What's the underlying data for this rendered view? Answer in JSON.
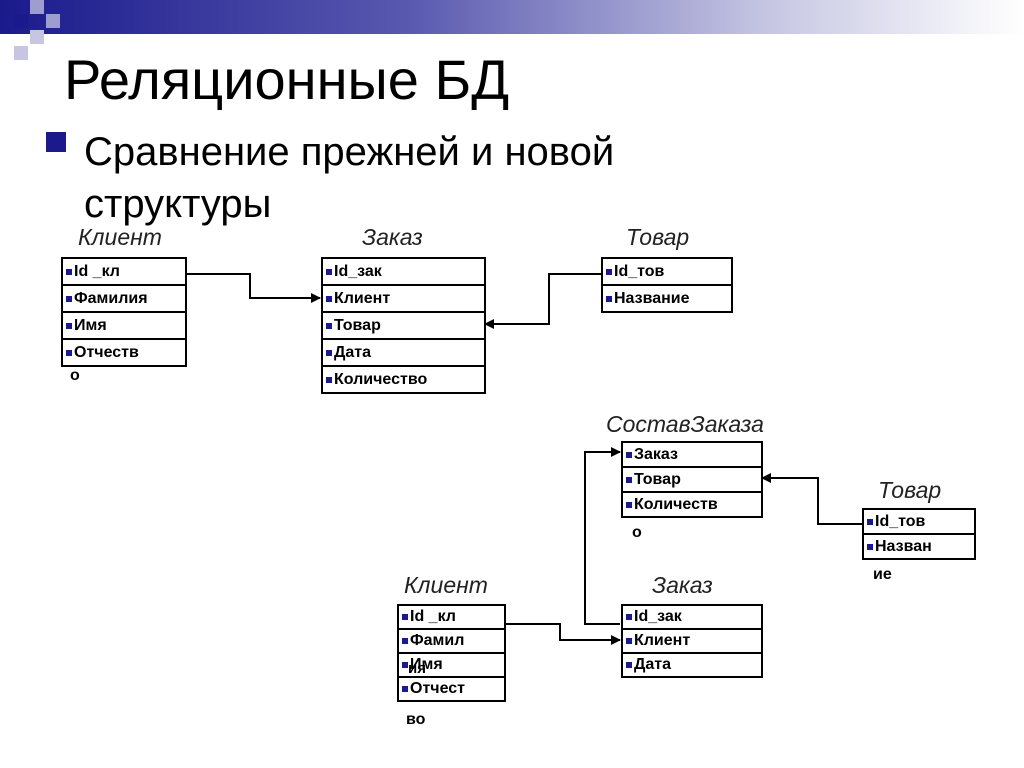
{
  "title": "Реляционные БД",
  "subtitle": "Сравнение прежней и новой структуры",
  "old": {
    "client": {
      "name": "Клиент",
      "fields": [
        "Id _кл",
        "Фамилия",
        "Имя",
        "Отчеств"
      ],
      "wrap": "о"
    },
    "order": {
      "name": "Заказ",
      "fields": [
        "Id_зак",
        "Клиент",
        "Товар",
        "Дата",
        "Количество"
      ]
    },
    "product": {
      "name": "Товар",
      "fields": [
        "Id_тов",
        "Название"
      ]
    }
  },
  "new": {
    "composition": {
      "name": "СоставЗаказа",
      "fields": [
        "Заказ",
        "Товар",
        "Количеств"
      ],
      "wrap": "о"
    },
    "product": {
      "name": "Товар",
      "fields": [
        "Id_тов",
        "Назван"
      ],
      "wrap": "ие"
    },
    "client": {
      "name": "Клиент",
      "fields": [
        "Id _кл",
        "Фамил",
        "Имя",
        "Отчест"
      ],
      "wrap_fam": "ия",
      "wrap": "во"
    },
    "order": {
      "name": "Заказ",
      "fields": [
        "Id_зак",
        "Клиент",
        "Дата"
      ]
    }
  },
  "colors": {
    "accent": "#1a1a8c",
    "line": "#000000"
  }
}
